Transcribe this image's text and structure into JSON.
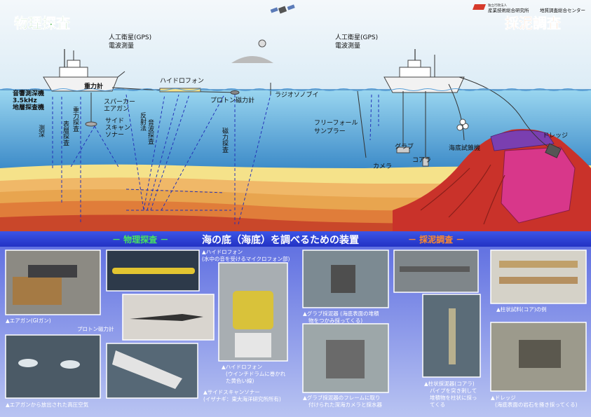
{
  "header": {
    "left_title": "物理探査",
    "right_title": "採泥調査",
    "org_line1": "独立行政法人",
    "org_line2": "産業技術総合研究所",
    "org_line3": "地質調査総合センター"
  },
  "diagram": {
    "gps_left_1": "人工衛星(GPS)",
    "gps_left_2": "電波測量",
    "gps_right_1": "人工衛星(GPS)",
    "gps_right_2": "電波測量",
    "gravimeter": "重力計",
    "hydrophone": "ハイドロフォン",
    "proton": "プロトン磁力計",
    "radiosonobuoy": "ラジオソノブイ",
    "echo_1": "音響測深機",
    "echo_2": "3.5kHz",
    "echo_3": "地層探査機",
    "sparker_1": "スパーカー",
    "sparker_2": "エアガン",
    "sidescan_1": "サイド",
    "sidescan_2": "スキャン",
    "sidescan_3": "ソナー",
    "depth_survey": "測深",
    "surface_survey": "表層探査",
    "gravity_survey": "重力探査",
    "reflection": "反射法",
    "refraction": "音波探査",
    "magnetic_survey": "磁力探査",
    "freefall_1": "フリーフォール",
    "freefall_2": "サンプラー",
    "grab": "グラブ",
    "camera": "カメラ",
    "corer": "コアラ",
    "seafloor_test": "海底試錐機",
    "dredge": "ドレッジ"
  },
  "band": {
    "left_tag": "－ 物理探査 －",
    "center_title": "海の底（海底）を調べるための装置",
    "right_tag": "－ 採泥調査 －"
  },
  "captions": {
    "airgun": "▲エアガン(GIガン)",
    "airgun_release": "▲エアガンから放出された高圧空気",
    "proton_label": "プロトン磁力計",
    "hydro_top_1": "▲ハイドロフォン",
    "hydro_top_2": "(水中の音を受けるマイクロフォン部)",
    "hydro_drum_1": "▲ハイドロフォン",
    "hydro_drum_2": "(ウインチドラムに巻かれ",
    "hydro_drum_3": "た黄色い線)",
    "sidescan_1": "▲サイドスキャンソナー",
    "sidescan_2": "(イザナギ：東大海洋研究所所有)",
    "grab_1": "▲グラブ採泥器 (海底表面の堆積",
    "grab_2": "物をつかみ採ってくる)",
    "grab_frame_1": "▲グラブ採泥器のフレームに取り",
    "grab_frame_2": "付けられた深海カメラと採水器",
    "core_sample": "▲柱状試料(コア)の例",
    "corer_1": "▲柱状採泥器(コアラ)",
    "corer_2": "パイプを突き刺して",
    "corer_3": "堆積物を柱状に採っ",
    "corer_4": "てくる",
    "dredge_1": "▲ドレッジ",
    "dredge_2": "(海底表面の岩石を掻き採ってくる)"
  },
  "colors": {
    "sky": "#e9f3fa",
    "sea_top": "#8fd0ee",
    "sea_bottom": "#2f86c8",
    "band": "#2b3fd6",
    "green_title": "#2fa82f",
    "orange_title": "#e8731a",
    "rock_red": "#c9322a",
    "rock_pink": "#d8378a"
  }
}
